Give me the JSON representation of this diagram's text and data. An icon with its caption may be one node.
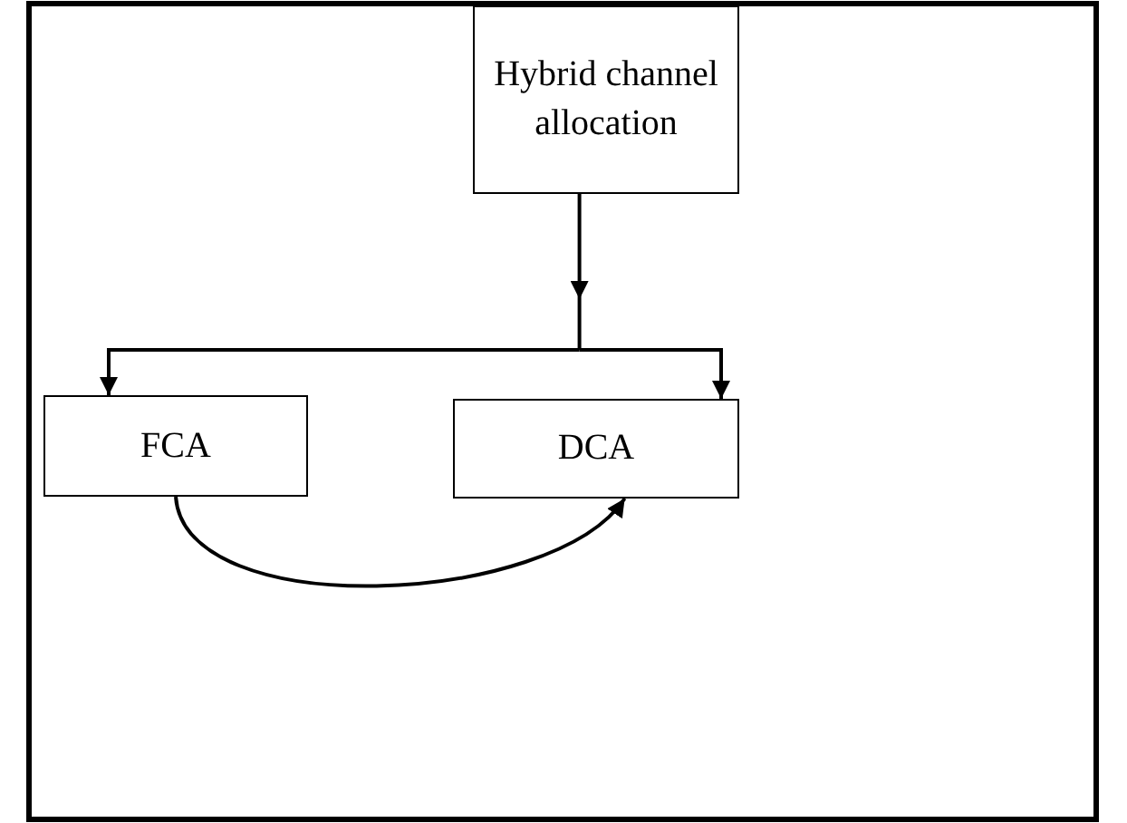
{
  "diagram": {
    "nodes": [
      {
        "text": [
          "Hybrid channel allocation"
        ]
      },
      {
        "text": [
          "FCA"
        ]
      },
      {
        "text": [
          "DCA"
        ]
      }
    ],
    "edges": [
      {
        "from": 0,
        "to": 1,
        "arrow": "to"
      },
      {
        "from": 0,
        "to": 2,
        "arrow": "to"
      },
      {
        "from": 1,
        "to": 2,
        "arrow": "to"
      }
    ]
  }
}
